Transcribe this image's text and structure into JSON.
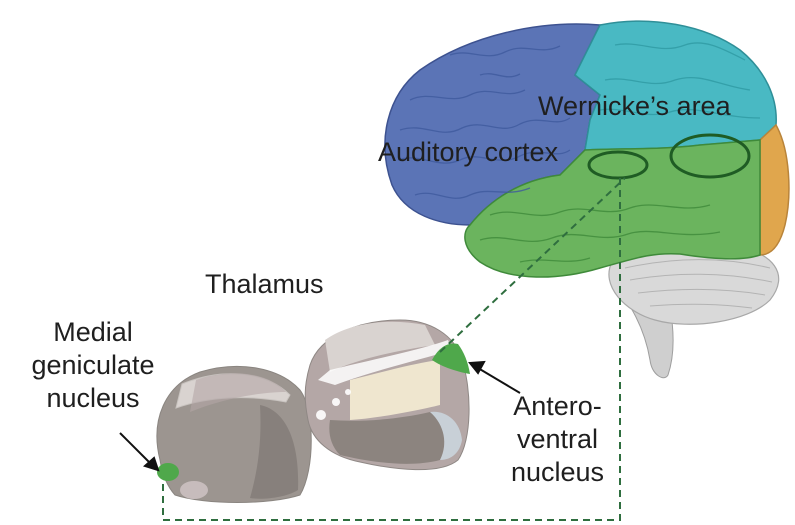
{
  "labels": {
    "wernicke": "Wernicke’s area",
    "auditory": "Auditory cortex",
    "thalamus": "Thalamus",
    "medial": [
      "Medial",
      "geniculate",
      "nucleus"
    ],
    "antero": [
      "Antero-",
      "ventral",
      "nucleus"
    ]
  },
  "colors": {
    "frontal": "#5b74b6",
    "parietal": "#49b9c3",
    "temporal": "#6bb45e",
    "occipital": "#e0a64d",
    "cerebellum": "#d9d9d9",
    "thalamus": "#9c9590",
    "highlight": "#4fa84b",
    "pathway": "#2f6e3f"
  }
}
